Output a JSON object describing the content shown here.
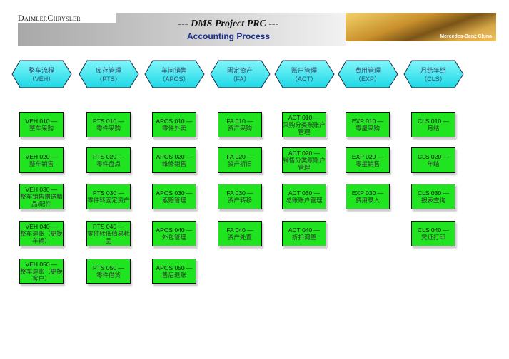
{
  "header": {
    "logo": "DaimlerChrysler",
    "title": "--- DMS Project PRC ---",
    "subtitle": "Accounting Process",
    "image_caption": "Mercedes-Benz China"
  },
  "colors": {
    "box": "#1fe41f",
    "hex": "#33e8f0",
    "subtitle": "#1a2f8a"
  },
  "columns": [
    {
      "name": "整车流程",
      "code": "（VEH）",
      "items": [
        {
          "id": "VEH 010 —",
          "text": "整车采购"
        },
        {
          "id": "VEH 020 —",
          "text": "整车销售"
        },
        {
          "id": "VEH 030 —",
          "text": "整车销售赠送精品/配件"
        },
        {
          "id": "VEH 040 —",
          "text": "整车退账（更换车辆）"
        },
        {
          "id": "VEH 050 —",
          "text": "整车退账（更换客户）"
        }
      ]
    },
    {
      "name": "库存管理",
      "code": "（PTS）",
      "items": [
        {
          "id": "PTS 010 —",
          "text": "零件采购"
        },
        {
          "id": "PTS 020 —",
          "text": "零件盘点"
        },
        {
          "id": "PTS 030 —",
          "text": "零件转固定资产"
        },
        {
          "id": "PTS 040 —",
          "text": "零件转低值易耗品"
        },
        {
          "id": "PTS 050 —",
          "text": "零件借货"
        }
      ]
    },
    {
      "name": "车间销售",
      "code": "（APOS）",
      "items": [
        {
          "id": "APOS 010 —",
          "text": "零件外卖"
        },
        {
          "id": "APOS 020 —",
          "text": "维修销售"
        },
        {
          "id": "APOS 030 —",
          "text": "索赔管理"
        },
        {
          "id": "APOS 040 —",
          "text": "外包管理"
        },
        {
          "id": "APOS 050 —",
          "text": "售后退账"
        }
      ]
    },
    {
      "name": "固定资产",
      "code": "（FA）",
      "items": [
        {
          "id": "FA 010 —",
          "text": "资产采购"
        },
        {
          "id": "FA 020 —",
          "text": "资产折旧"
        },
        {
          "id": "FA 030 —",
          "text": "资产转移"
        },
        {
          "id": "FA 040 —",
          "text": "资产处置"
        }
      ]
    },
    {
      "name": "账户管理",
      "code": "（ACT）",
      "items": [
        {
          "id": "ACT 010 —",
          "text": "采购分类账账户管理"
        },
        {
          "id": "ACT 020 —",
          "text": "销售分类账账户管理"
        },
        {
          "id": "ACT 030 —",
          "text": "总账账户管理"
        },
        {
          "id": "ACT 040 —",
          "text": "折扣调整"
        }
      ]
    },
    {
      "name": "费用管理",
      "code": "（EXP）",
      "items": [
        {
          "id": "EXP 010 —",
          "text": "零星采购"
        },
        {
          "id": "EXP 020 —",
          "text": "零星销售"
        },
        {
          "id": "EXP 030 —",
          "text": "费用录入"
        }
      ]
    },
    {
      "name": "月结年结",
      "code": "（CLS）",
      "items": [
        {
          "id": "CLS 010 —",
          "text": "月结"
        },
        {
          "id": "CLS 020 —",
          "text": "年结"
        },
        {
          "id": "CLS 030 —",
          "text": "报表查询"
        },
        {
          "id": "CLS 040 —",
          "text": "凭证打印"
        }
      ]
    }
  ]
}
